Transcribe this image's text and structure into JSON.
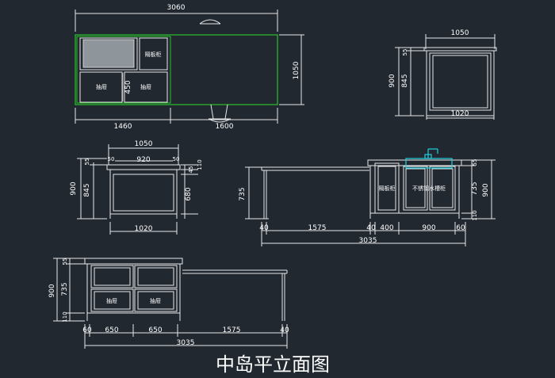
{
  "title": "中岛平立面图",
  "colors": {
    "background": "#212830",
    "lines": "#e6e6e6",
    "highlight_green": "#2cc02c",
    "faucet_cyan": "#1fd3e0",
    "dim_lines": "#d0d0d0"
  },
  "plan": {
    "top_width": "3060",
    "depth": "1050",
    "left_width": "1460",
    "right_width": "1600",
    "inner_height": "450",
    "label_partition": "隔板柜",
    "label_drawer_1": "抽屉",
    "label_drawer_2": "抽屉"
  },
  "side_right": {
    "width_top": "1050",
    "width_bottom": "1020",
    "height_total": "900",
    "height_main": "845",
    "top_offset": "55"
  },
  "side_left": {
    "width_top": "1050",
    "width_inner": "920",
    "width_bottom": "1020",
    "height_total": "900",
    "height_main": "845",
    "height_inner": "680",
    "dim_55": "55",
    "dim_50_left": "50",
    "dim_50_right": "50",
    "dim_110": "110",
    "dim_45": "45"
  },
  "front": {
    "height_left": "735",
    "height_total": "900",
    "height_main": "735",
    "dim_55": "55",
    "dim_110": "110",
    "segments": [
      "40",
      "1575",
      "40",
      "400",
      "900",
      "60"
    ],
    "total": "3035",
    "label_partition": "隔板柜",
    "label_sink": "不锈钢水槽柜"
  },
  "back": {
    "height_total": "900",
    "height_main": "735",
    "dim_55": "55",
    "dim_110": "110",
    "segments": [
      "60",
      "650",
      "650",
      "1575",
      "40"
    ],
    "total": "3035",
    "label_drawer_1": "抽屉",
    "label_drawer_2": "抽屉"
  }
}
